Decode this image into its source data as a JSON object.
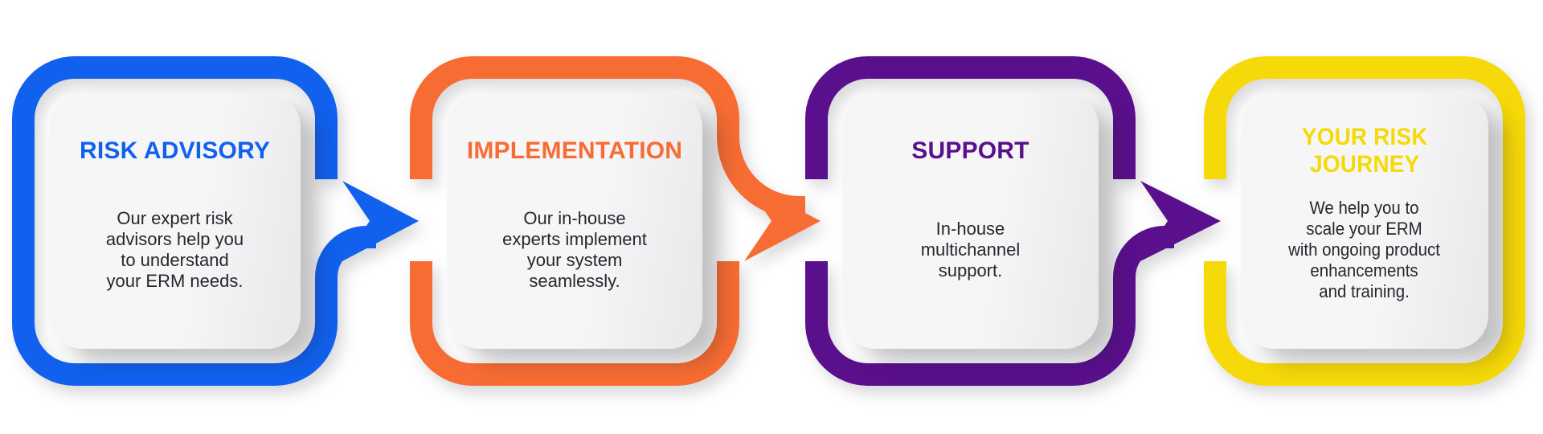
{
  "background": "#ffffff",
  "text_color": "#26262e",
  "steps": [
    {
      "title": "RISK ADVISORY",
      "body": "Our expert risk\nadvisors help you\nto understand\nyour ERM needs.",
      "color": "#1161ee"
    },
    {
      "title": "IMPLEMENTATION",
      "body": "Our in-house\nexperts implement\nyour system\nseamlessly.",
      "color": "#f76c33"
    },
    {
      "title": "SUPPORT",
      "body": "In-house\nmultichannel\nsupport.",
      "color": "#5a0f8c"
    },
    {
      "title": "YOUR RISK\nJOURNEY",
      "body": "We help you to\nscale your ERM\nwith ongoing product\nenhancements\nand training.",
      "color": "#f6d908"
    }
  ]
}
